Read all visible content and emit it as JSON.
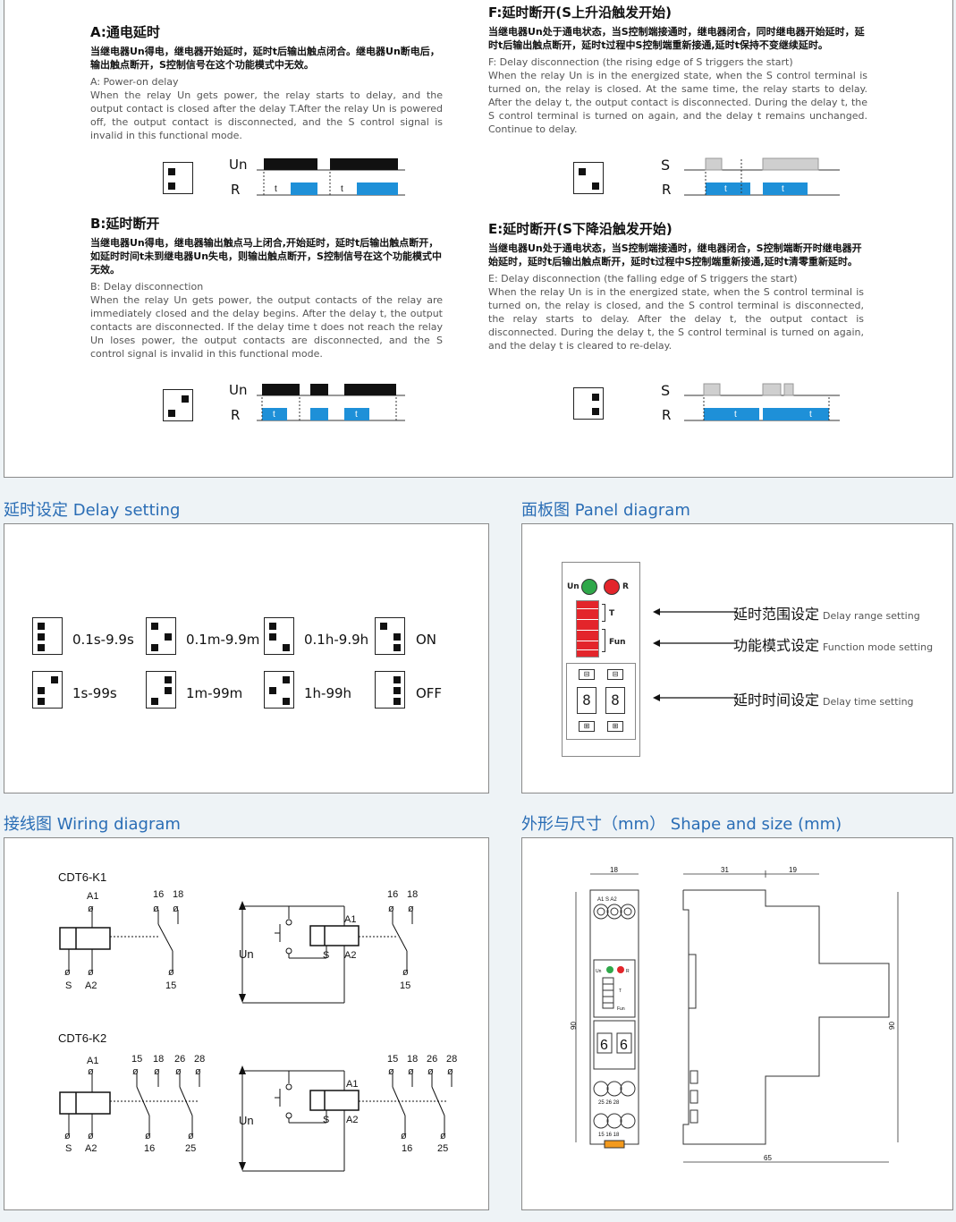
{
  "modes": {
    "A": {
      "title": "A:通电延时",
      "cn": "当继电器Un得电，继电器开始延时，延时t后输出触点闭合。继电器Un断电后，输出触点断开，S控制信号在这个功能模式中无效。",
      "en_title": "A: Power-on delay",
      "en": "When the relay Un gets power, the relay starts to delay, and the output contact is closed after the delay T.After the relay Un is powered off, the output contact is disconnected, and the S control signal is invalid in this functional mode."
    },
    "B": {
      "title": "B:延时断开",
      "cn": "当继电器Un得电，继电器输出触点马上闭合,开始延时，延时t后输出触点断开，如延时时间t未到继电器Un失电，则输出触点断开，S控制信号在这个功能模式中无效。",
      "en_title": "B: Delay disconnection",
      "en": "When the relay Un gets power, the output contacts of the relay are immediately closed and the delay begins. After the delay t, the output contacts are disconnected. If the delay time t does not reach the relay Un loses power, the output contacts are disconnected, and the S control signal is invalid in this functional mode."
    },
    "F": {
      "title": "F:延时断开(S上升沿触发开始)",
      "cn": "当继电器Un处于通电状态，当S控制端接通时，继电器闭合，同时继电器开始延时，延时t后输出触点断开，延时t过程中S控制端重新接通,延时t保持不变继续延时。",
      "en_title": "F: Delay disconnection (the rising edge of S triggers the start)",
      "en": "When the relay Un is in the energized state, when the S control terminal is turned on, the relay is closed. At the same time, the relay starts to delay. After the delay t, the output contact is disconnected. During the delay t, the S control terminal is turned on again, and the delay t remains unchanged. Continue to delay."
    },
    "E": {
      "title": "E:延时断开(S下降沿触发开始)",
      "cn": "当继电器Un处于通电状态，当S控制端接通时，继电器闭合，S控制端断开时继电器开始延时，延时t后输出触点断开，延时t过程中S控制端重新接通,延时t清零重新延时。",
      "en_title": "E: Delay disconnection (the falling edge of S triggers the start)",
      "en": "When the relay Un is in the energized state, when the S control terminal is turned on, the relay is closed, and the S control terminal is disconnected, the relay starts to delay. After the delay t, the output contact is disconnected. During the delay t, the S control terminal is turned on again, and the delay t is cleared to re-delay."
    }
  },
  "timing": {
    "un": "Un",
    "r": "R",
    "s": "S",
    "t": "t"
  },
  "sections": {
    "delay": "延时设定 Delay setting",
    "panel": "面板图 Panel diagram",
    "wiring": "接线图 Wiring diagram",
    "shape": "外形与尺寸（mm） Shape and size (mm)"
  },
  "delay_settings": {
    "row1": [
      "0.1s-9.9s",
      "0.1m-9.9m",
      "0.1h-9.9h",
      "ON"
    ],
    "row2": [
      "1s-99s",
      "1m-99m",
      "1h-99h",
      "OFF"
    ]
  },
  "panel": {
    "un": "Un",
    "r": "R",
    "t": "T",
    "fun": "Fun",
    "digit1": "8",
    "digit2": "8",
    "ann1_cn": "延时范围设定",
    "ann1_en": "Delay range setting",
    "ann2_cn": "功能模式设定",
    "ann2_en": "Function mode setting",
    "ann3_cn": "延时时间设定",
    "ann3_en": "Delay time setting",
    "colors": {
      "un_led": "#2fa84a",
      "r_led": "#e3252b",
      "dip": "#e3252b"
    }
  },
  "wiring": {
    "k1": "CDT6-K1",
    "k2": "CDT6-K2",
    "a1": "A1",
    "a2": "A2",
    "s": "S",
    "un": "Un",
    "t15": "15",
    "t16": "16",
    "t18": "18",
    "t25": "25",
    "t26": "26",
    "t28": "28"
  },
  "shape": {
    "w18": "18",
    "w31": "31",
    "w19": "19",
    "h90": "90",
    "w65": "65",
    "top_terms": "A1  S  A2",
    "un": "Un",
    "r": "R",
    "t": "T",
    "fun": "Fun",
    "d1": "6",
    "d2": "6",
    "row1": "25  26  28",
    "row2": "15  16  18"
  },
  "colors": {
    "accent": "#2a6db5",
    "bar_blue": "#1e90d8",
    "bar_black": "#111111",
    "bar_gray": "#cfcfcf"
  }
}
